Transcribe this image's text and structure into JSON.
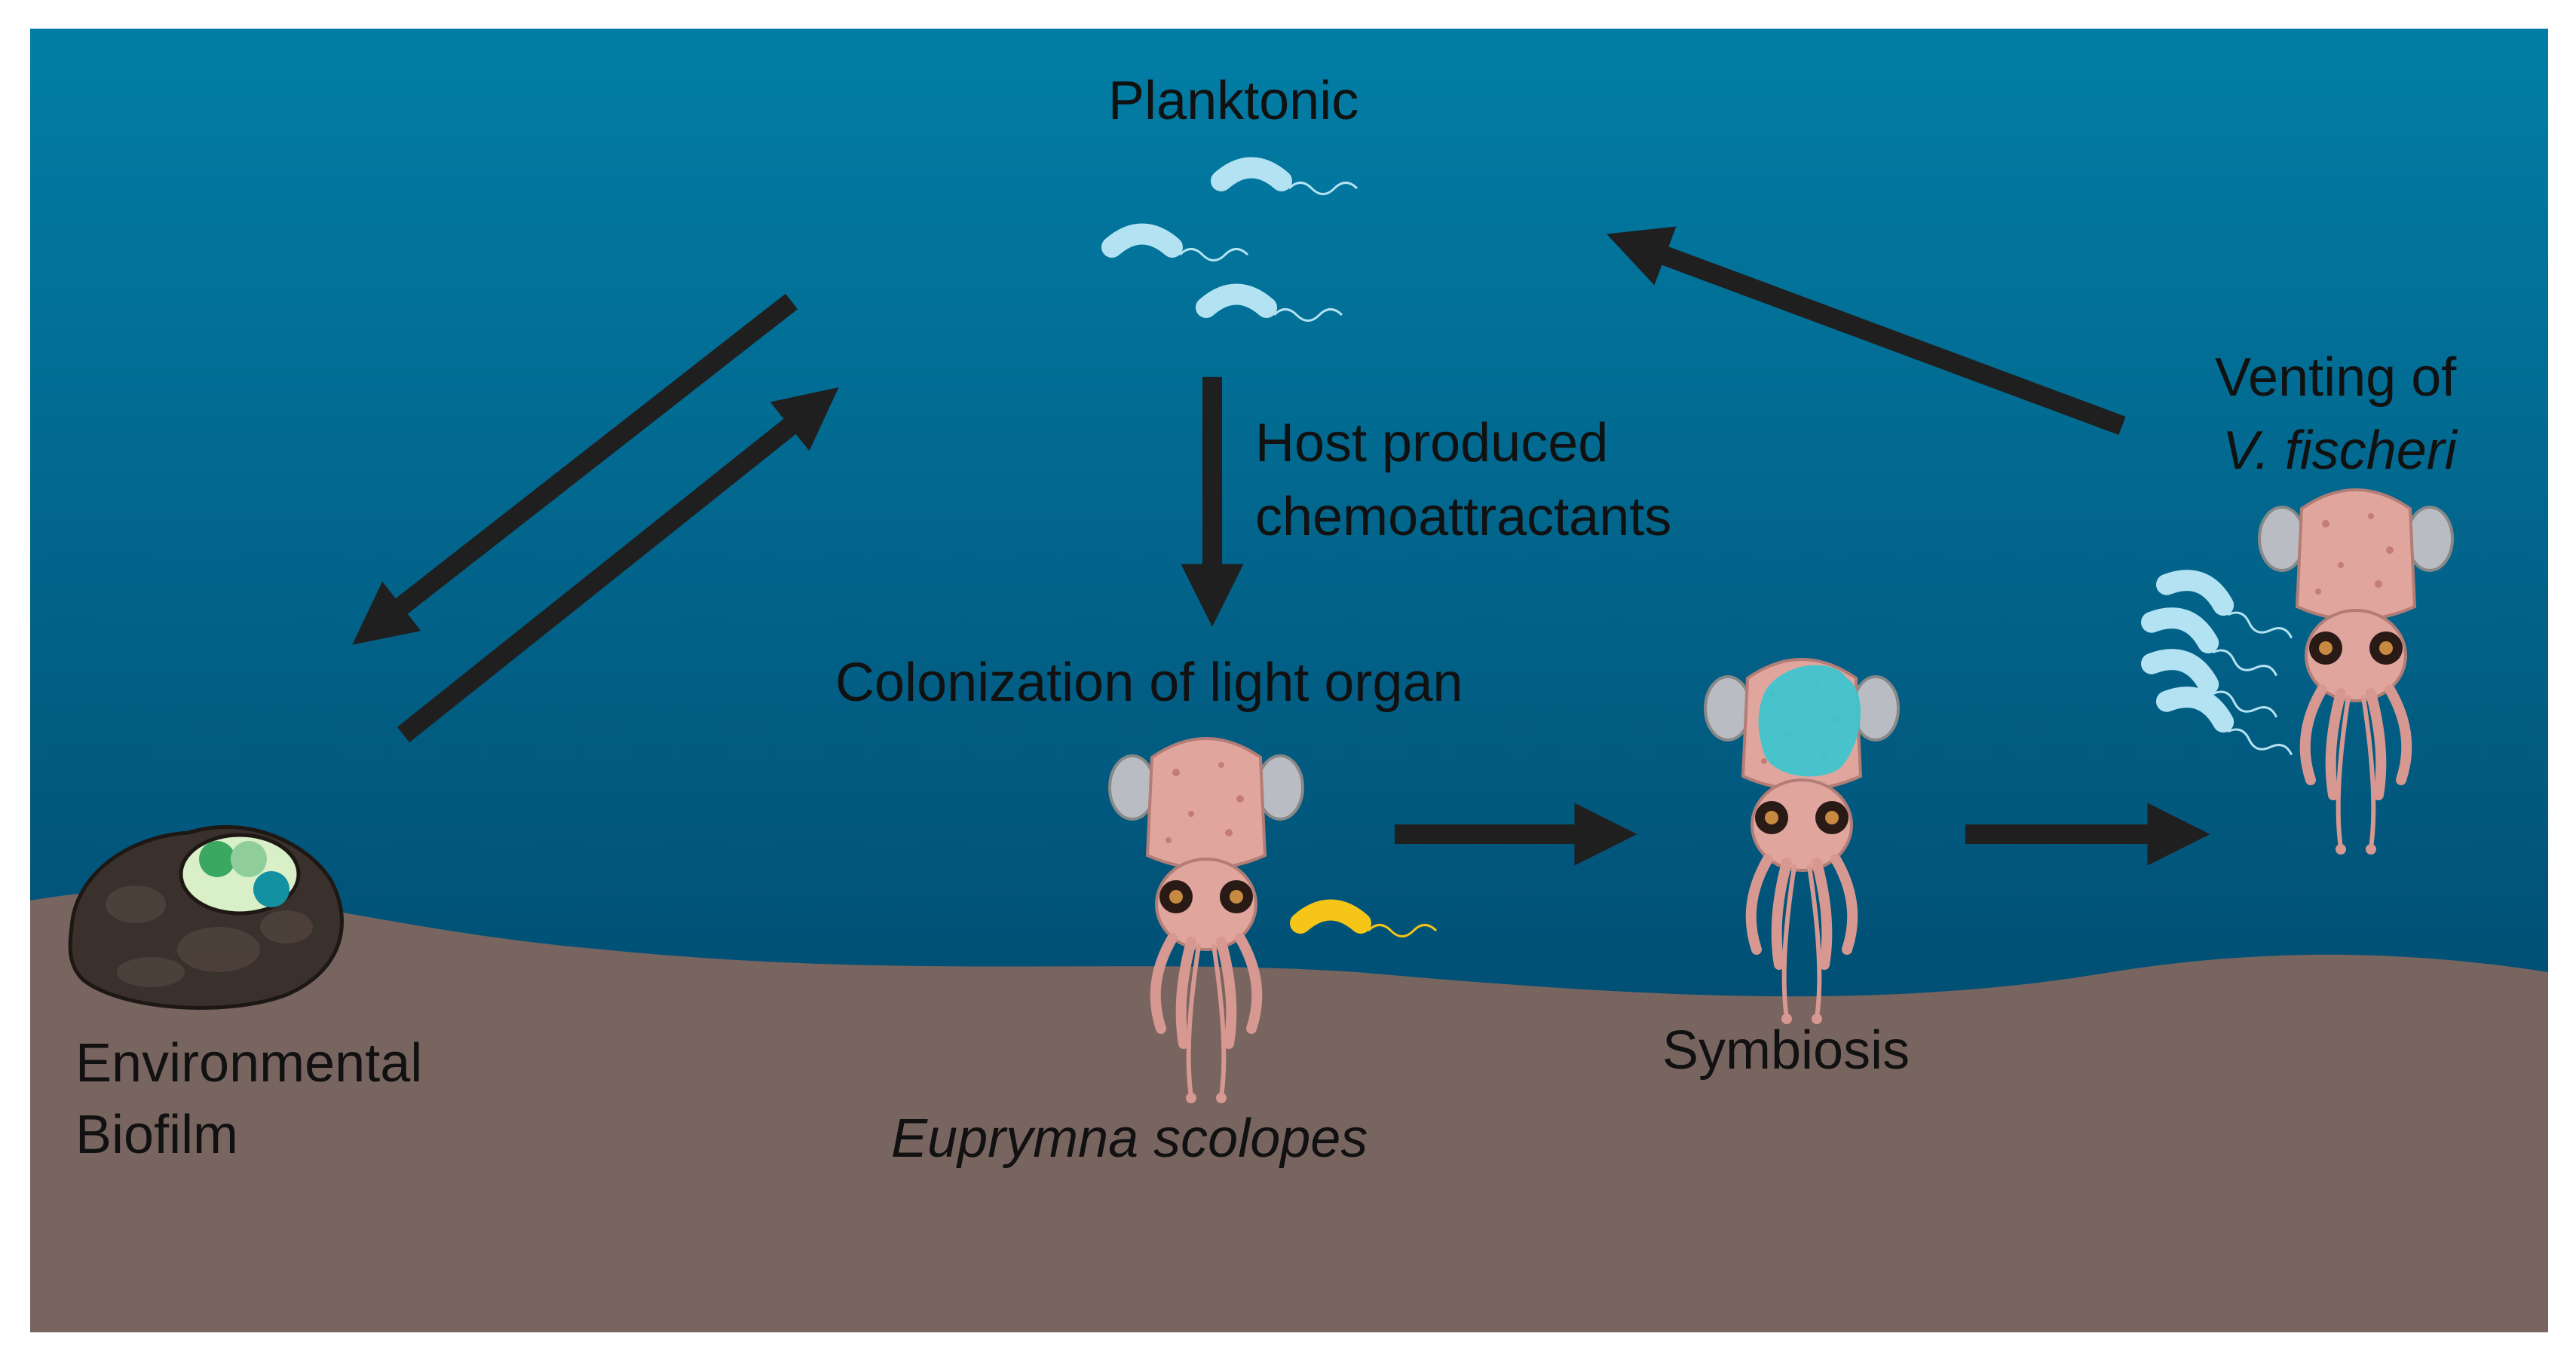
{
  "labels": {
    "planktonic": "Planktonic",
    "host_produced_line1": "Host produced",
    "host_produced_line2": "chemoattractants",
    "colonization": "Colonization of light organ",
    "venting_line1": "Venting of",
    "venting_line2": "V. fischeri",
    "environmental_line1": "Environmental",
    "environmental_line2": "Biofilm",
    "euprymna": "Euprymna scolopes",
    "symbiosis": "Symbiosis"
  },
  "colors": {
    "water_top": "#027ea6",
    "water_bottom": "#013f63",
    "sediment": "#786560",
    "arrow": "#1f1f1f",
    "bacterium_planktonic": "#b3e2f2",
    "bacterium_yellow": "#f5c518",
    "light_organ": "#3cc6cf",
    "squid_body": "#e0a59c"
  }
}
